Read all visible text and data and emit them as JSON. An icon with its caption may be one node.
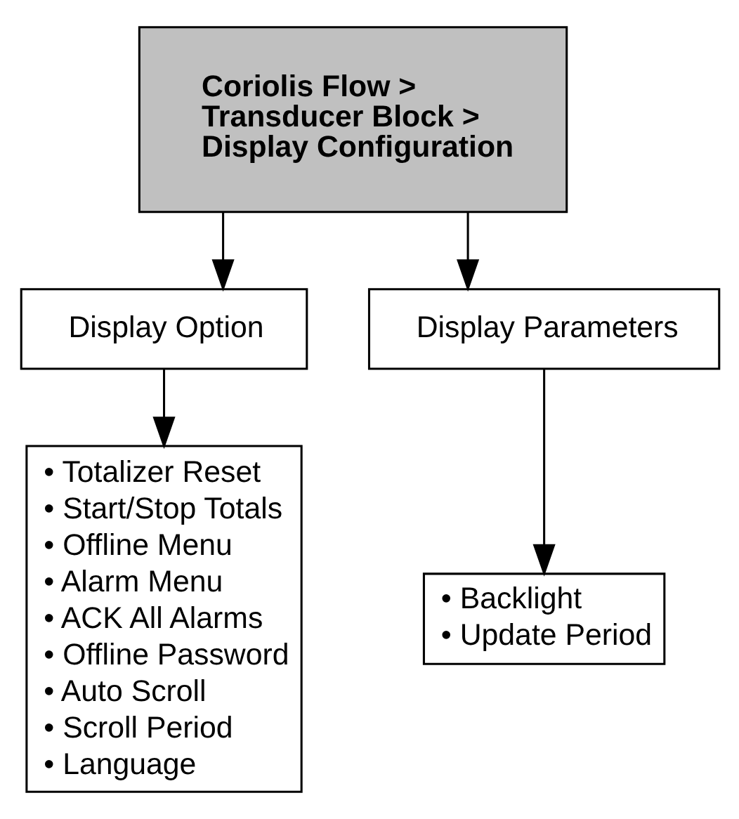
{
  "diagram": {
    "nodes": [
      {
        "text": [
          "Coriolis Flow > Transducer Block > Display Configuration"
        ]
      },
      {
        "text": [
          "Display Option"
        ]
      },
      {
        "text": [
          "Display Parameters"
        ]
      },
      {
        "text": [
          "• Totalizer Reset",
          "• Start/Stop Totals",
          "• Offline Menu",
          "• Alarm Menu",
          "• ACK All Alarms",
          "• Offline Password",
          "• Auto Scroll",
          "• Scroll Period",
          "• Language"
        ]
      },
      {
        "text": [
          "• Backlight",
          "• Update Period"
        ]
      }
    ],
    "edges": [
      {
        "from": 0,
        "to": 1,
        "arrow": "to"
      },
      {
        "from": 0,
        "to": 2,
        "arrow": "to"
      },
      {
        "from": 1,
        "to": 3,
        "arrow": "to"
      },
      {
        "from": 2,
        "to": 4,
        "arrow": "to"
      }
    ]
  }
}
